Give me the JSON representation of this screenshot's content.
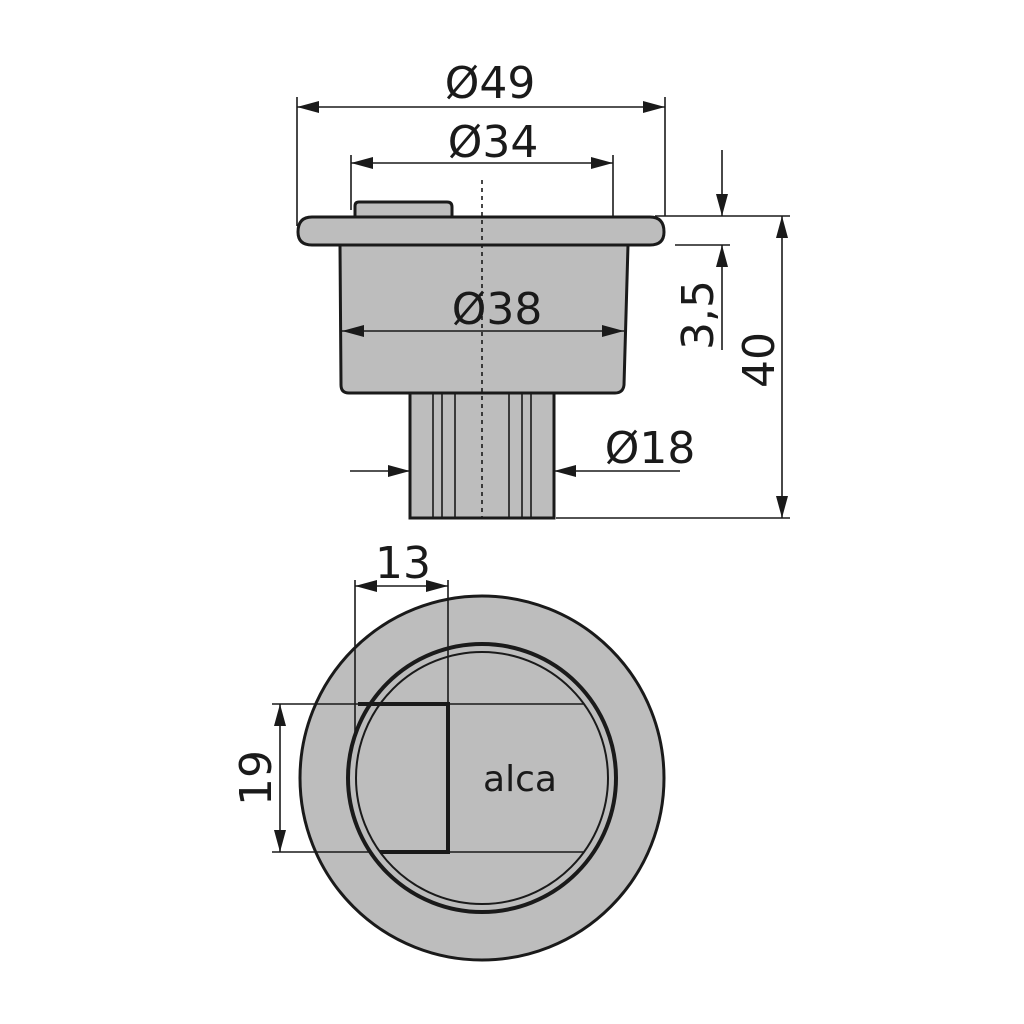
{
  "colors": {
    "part_fill": "#bdbdbd",
    "line": "#1a1a1a",
    "background": "#ffffff"
  },
  "dimensions": {
    "outer_flange_diameter": "Ø49",
    "inner_opening_diameter": "Ø34",
    "body_diameter": "Ø38",
    "stem_diameter": "Ø18",
    "flange_thickness": "3,5",
    "overall_height": "40",
    "small_button_width": "13",
    "button_height": "19"
  },
  "button_logo": "alca"
}
